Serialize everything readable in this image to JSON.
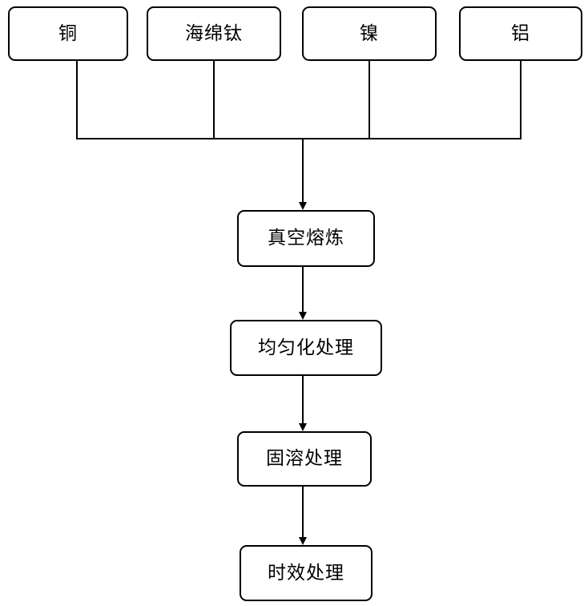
{
  "diagram": {
    "inputs": [
      {
        "label": "铜"
      },
      {
        "label": "海绵钛"
      },
      {
        "label": "镍"
      },
      {
        "label": "铝"
      }
    ],
    "steps": [
      {
        "label": "真空熔炼"
      },
      {
        "label": "均匀化处理"
      },
      {
        "label": "固溶处理"
      },
      {
        "label": "时效处理"
      }
    ]
  },
  "colors": {
    "line": "#000000",
    "box_border": "#000000",
    "text": "#000000",
    "background": "#ffffff"
  }
}
